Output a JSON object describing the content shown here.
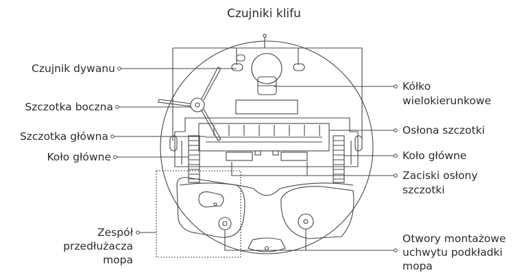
{
  "labels": {
    "cliff_sensors": "Czujniki klifu",
    "carpet_sensor": "Czujnik dywanu",
    "side_brush": "Szczotka boczna",
    "main_brush": "Szczotka główna",
    "main_wheel_left": "Koło główne",
    "mop_extension_l1": "Zespół",
    "mop_extension_l2": "przedłużacza",
    "mop_extension_l3": "mopa",
    "omni_wheel_l1": "Kółko",
    "omni_wheel_l2": "wielokierunkowe",
    "brush_guard": "Osłona szczotki",
    "main_wheel_right": "Koło główne",
    "guard_clips_l1": "Zaciski osłony",
    "guard_clips_l2": "szczotki",
    "mount_holes_l1": "Otwory montażowe",
    "mount_holes_l2": "uchwytu podkładki",
    "mount_holes_l3": "mopa"
  },
  "colors": {
    "line": "#444444",
    "text": "#2b2b2b"
  }
}
